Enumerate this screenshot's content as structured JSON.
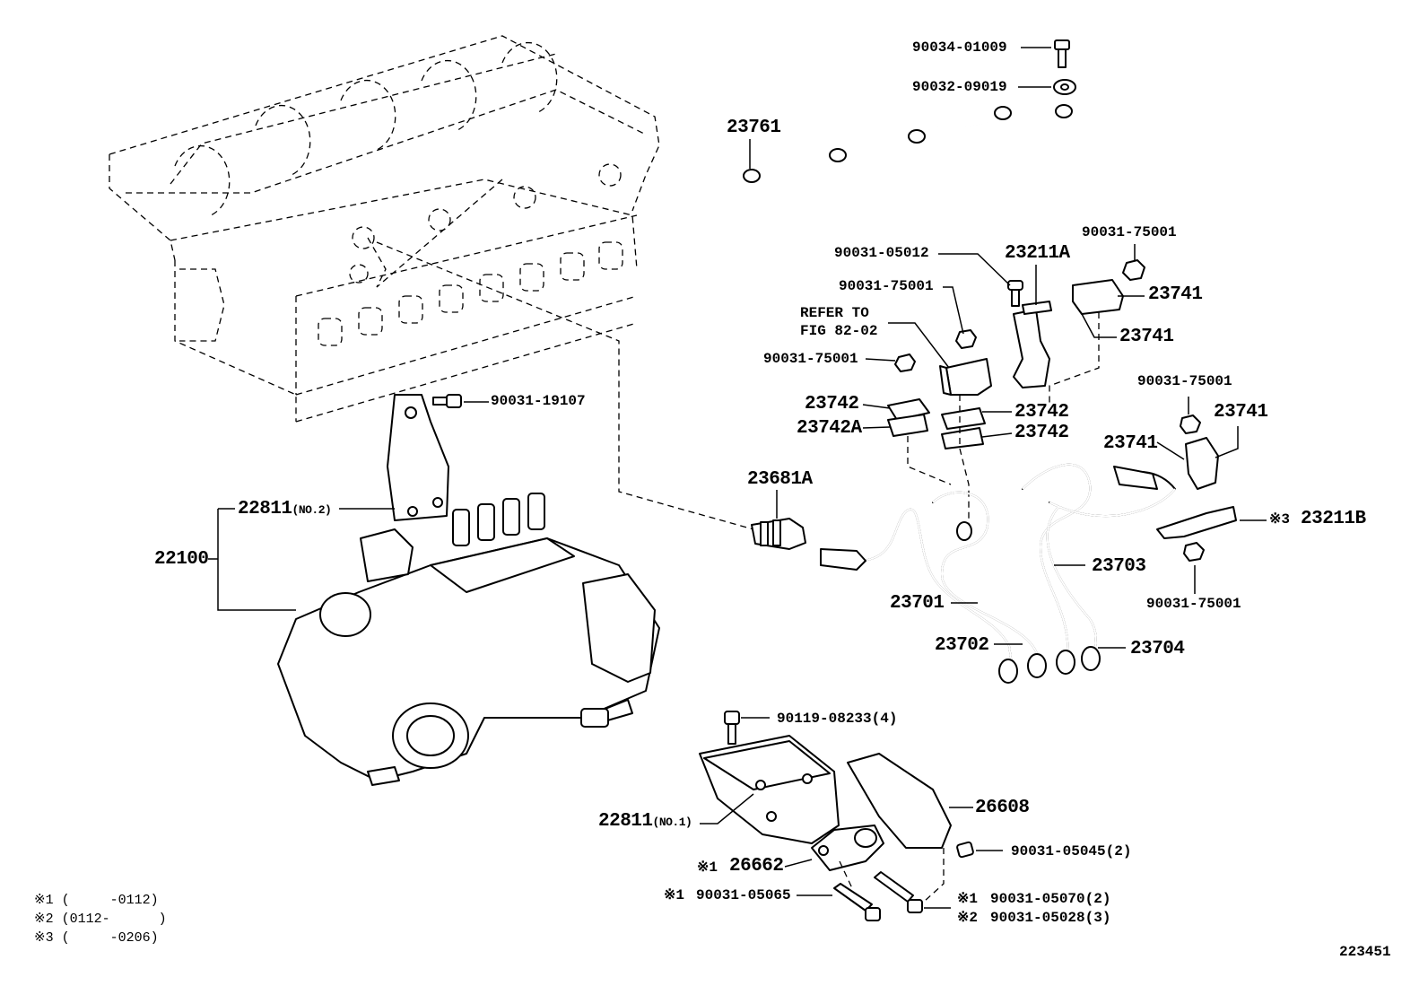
{
  "labels": {
    "p90034_01009": "90034-01009",
    "p90032_09019": "90032-09019",
    "p23761": "23761",
    "p90031_05012": "90031-05012",
    "p23211A": "23211A",
    "p90031_75001_a": "90031-75001",
    "p23741_a": "23741",
    "p90031_75001_b": "90031-75001",
    "refer_to": "REFER TO",
    "fig_82_02": "FIG 82-02",
    "p23741_b": "23741",
    "p90031_75001_c": "90031-75001",
    "p90031_19107": "90031-19107",
    "p23742_a": "23742",
    "p23742_b": "23742",
    "p23742A": "23742A",
    "p23742_c": "23742",
    "p90031_75001_d": "90031-75001",
    "p23741_c": "23741",
    "p23741_d": "23741",
    "p23681A": "23681A",
    "p22811_no2": "22811",
    "no2_suffix": "(NO.2)",
    "p22100": "22100",
    "note3_mark": "※3",
    "p23211B": "23211B",
    "p23703": "23703",
    "p90031_75001_e": "90031-75001",
    "p23701": "23701",
    "p23702": "23702",
    "p23704": "23704",
    "p90119_08233": "90119-08233(4)",
    "p26608": "26608",
    "p22811_no1": "22811",
    "no1_suffix": "(NO.1)",
    "p90031_05045": "90031-05045(2)",
    "mark1_26662": "※1",
    "p26662": "26662",
    "mark1_05065": "※1",
    "p90031_05065": "90031-05065",
    "mark1_05070": "※1",
    "p90031_05070": "90031-05070(2)",
    "mark2_05028": "※2",
    "p90031_05028": "90031-05028(3)",
    "figure_id": "223451"
  },
  "notes": [
    "※1 (     -0112)",
    "※2 (0112-      )",
    "※3 (     -0206)"
  ]
}
